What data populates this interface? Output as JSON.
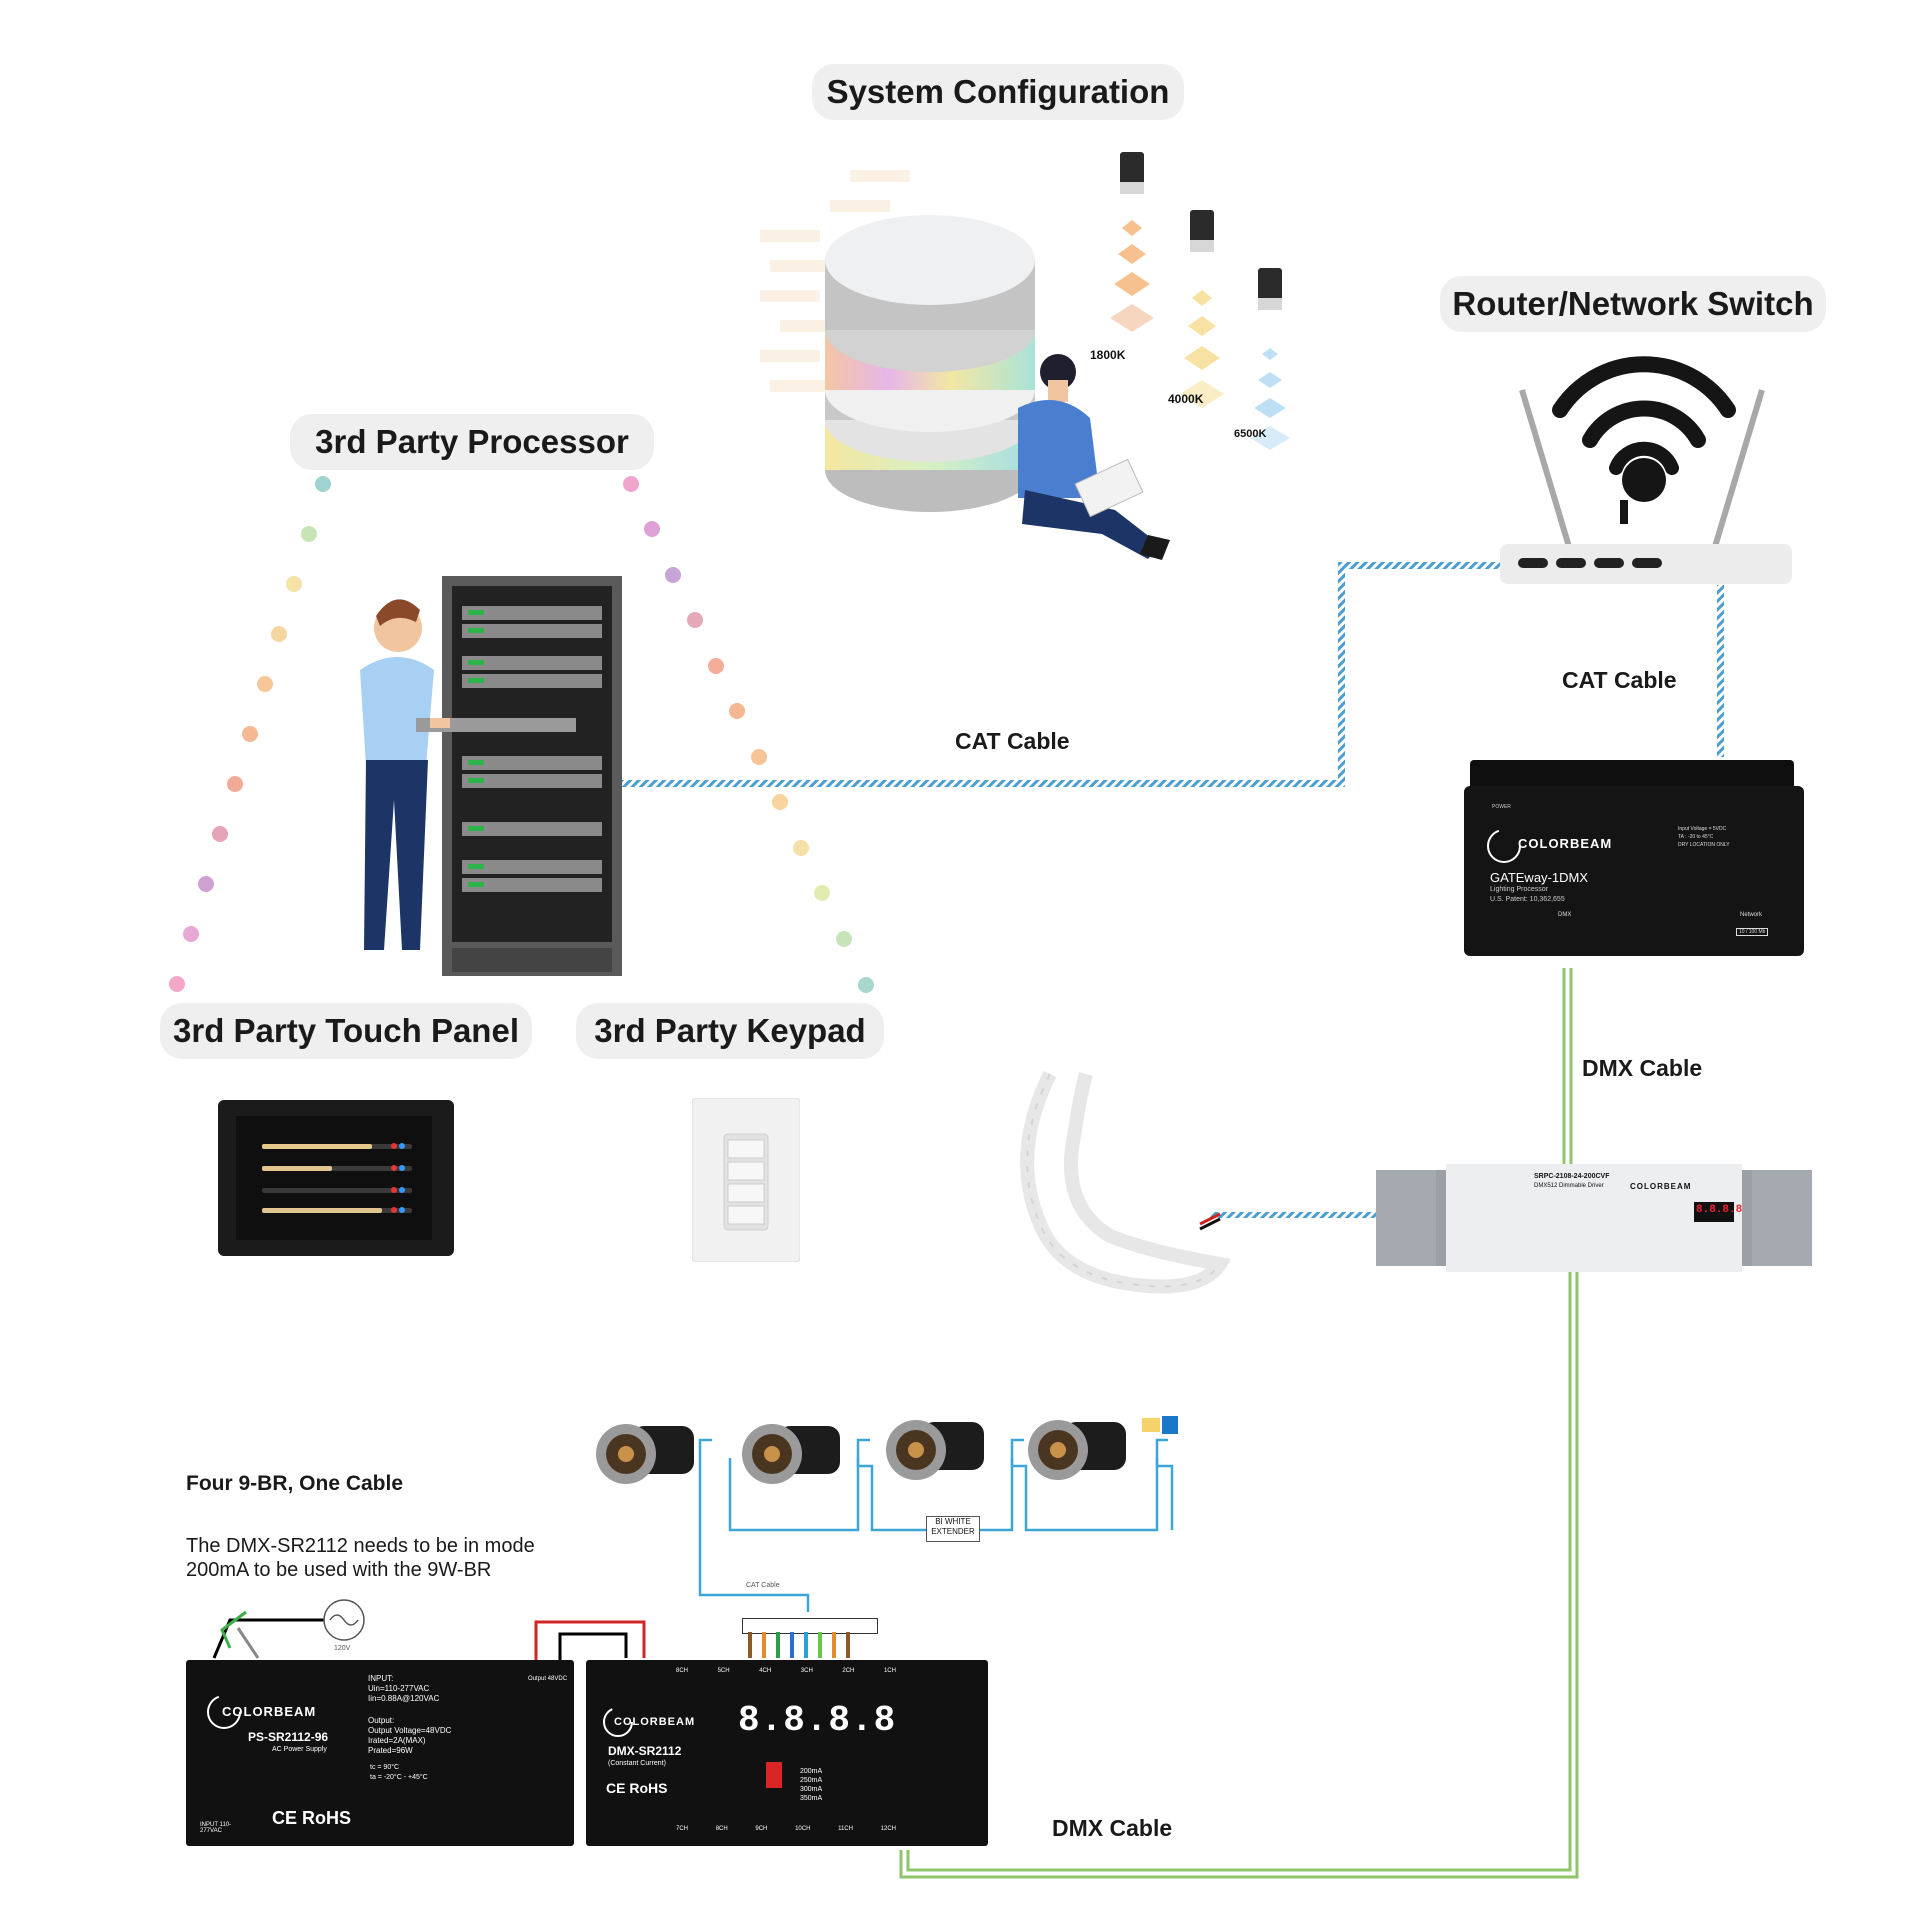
{
  "labels": {
    "system_configuration": "System Configuration",
    "third_party_processor": "3rd Party Processor",
    "router_network_switch": "Router/Network Switch",
    "third_party_touch_panel": "3rd Party Touch Panel",
    "third_party_keypad": "3rd Party Keypad"
  },
  "cables": {
    "cat_cable_left": "CAT Cable",
    "cat_cable_right": "CAT Cable",
    "dmx_cable_top": "DMX Cable",
    "dmx_cable_bottom": "DMX Cable",
    "cat_cable_small": "CAT Cable"
  },
  "color_temps": [
    "1800K",
    "4000K",
    "6500K"
  ],
  "gateway": {
    "brand": "COLORBEAM",
    "model": "GATEway-1DMX",
    "subtitle": "Lighting Processor",
    "patent": "U.S. Patent: 10,362,655",
    "input": "Input Voltage = 5VDC",
    "ta": "TA : -20 to 45°C",
    "dry": "DRY LOCATION ONLY",
    "network": "Network",
    "network_speed": "10 / 100 Mb",
    "dmx": "DMX",
    "power": "POWER"
  },
  "driver": {
    "brand": "COLORBEAM",
    "model": "SRPC-2108-24-200CVF",
    "subtitle": "DMX512 Dimmable Driver",
    "display": "8.8.8.8"
  },
  "notes": {
    "title": "Four 9-BR, One Cable",
    "line1": "The DMX-SR2112 needs to be in mode",
    "line2": "200mA to be used with the 9W-BR"
  },
  "extender": {
    "line1": "BI WHITE",
    "line2": "EXTENDER"
  },
  "voltage": "120V",
  "power_supply": {
    "brand": "COLORBEAM",
    "model": "PS-SR2112-96",
    "subtitle": "AC Power Supply",
    "input_title": "INPUT:",
    "input_v": "Uin=110-277VAC",
    "input_a": "Iin=0.88A@120VAC",
    "output_title": "Output:",
    "output_v": "Output Voltage=48VDC",
    "output_a": "Irated=2A(MAX)",
    "output_p": "Prated=96W",
    "tc": "tc = 90°C",
    "ta": "ta = -20°C - +45°C",
    "input_bottom": "INPUT 110-277VAC",
    "output_label": "Output 48VDC",
    "marks": "CE RoHS"
  },
  "dmx_driver": {
    "brand": "COLORBEAM",
    "model": "DMX-SR2112",
    "subtitle": "(Constant Current)",
    "display": "8.8.8.8",
    "modes": [
      "200mA",
      "250mA",
      "300mA",
      "350mA"
    ],
    "channels_top": [
      "8CH",
      "5CH",
      "4CH",
      "3CH",
      "2CH",
      "1CH"
    ],
    "channels_bottom": [
      "7CH",
      "8CH",
      "9CH",
      "10CH",
      "11CH",
      "12CH"
    ],
    "marks": "CE RoHS"
  }
}
